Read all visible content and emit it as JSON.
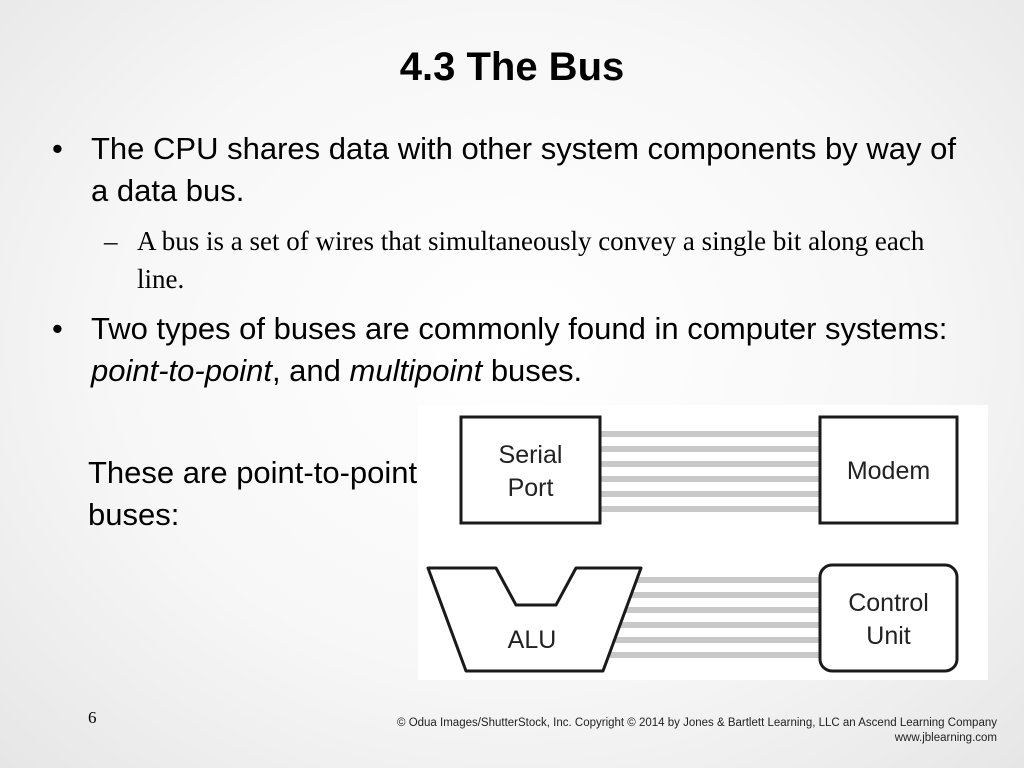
{
  "slide": {
    "title": "4.3 The Bus",
    "bullets": [
      {
        "marker": "•",
        "text": "The CPU shares data with other system components by way of a data bus.",
        "sub": {
          "marker": "–",
          "text": "A bus is a set of wires that simultaneously convey a single bit along each line."
        }
      },
      {
        "marker": "•",
        "text_before": "Two types of buses are commonly found in computer systems: ",
        "em1": "point-to-point",
        "text_middle": ", and ",
        "em2": "multipoint",
        "text_after": " buses."
      }
    ],
    "caption": "These are point-to-point buses:",
    "page_number": "6",
    "copyright_line1": "© Odua Images/ShutterStock, Inc. Copyright © 2014 by Jones & Bartlett Learning, LLC an Ascend Learning Company",
    "copyright_line2": "www.jblearning.com"
  },
  "figure": {
    "serial_port": [
      "Serial",
      "Port"
    ],
    "modem": "Modem",
    "alu": "ALU",
    "control_unit": [
      "Control",
      "Unit"
    ],
    "colors": {
      "line": "#c8c8c8",
      "stroke": "#1a1a1a",
      "fill": "#ffffff"
    }
  }
}
